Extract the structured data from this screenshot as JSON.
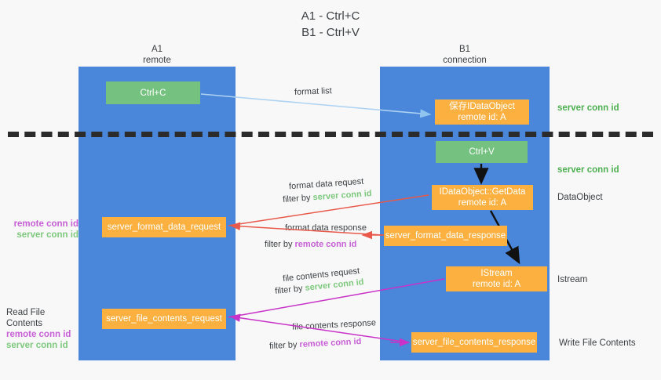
{
  "title": "A1 - Ctrl+C\nB1 - Ctrl+V",
  "columns": {
    "a1": {
      "header": "A1\nremote"
    },
    "b1": {
      "header": "B1\nconnection"
    }
  },
  "nodes": [
    {
      "id": "ctrl-c",
      "label": "Ctrl+C",
      "color": "#75c17f"
    },
    {
      "id": "save-idataobject",
      "label": "保存IDataObject\nremote id: A",
      "color": "#fbb040"
    },
    {
      "id": "ctrl-v",
      "label": "Ctrl+V",
      "color": "#75c17f"
    },
    {
      "id": "idataobject-getdata",
      "label": "IDataObject::GetData\nremote id: A",
      "color": "#fbb040"
    },
    {
      "id": "server-format-data-request",
      "label": "server_format_data_request",
      "color": "#fbb040"
    },
    {
      "id": "server-format-data-response",
      "label": "server_format_data_response",
      "color": "#fbb040"
    },
    {
      "id": "istream",
      "label": "IStream\nremote id: A",
      "color": "#fbb040"
    },
    {
      "id": "server-file-contents-request",
      "label": "server_file_contents_request",
      "color": "#fbb040"
    },
    {
      "id": "server-file-contents-response",
      "label": "server_file_contents_response",
      "color": "#fbb040"
    }
  ],
  "edges": [
    {
      "id": "format-list",
      "line1": "format list",
      "filter_prefix": "",
      "filter_value": "",
      "color": "#aed3f2"
    },
    {
      "id": "format-data-request",
      "line1": "format data request",
      "filter_prefix": "filter by",
      "filter_value": "server conn id",
      "color": "#e8594a"
    },
    {
      "id": "format-data-response",
      "line1": "format data response",
      "filter_prefix": "filter by",
      "filter_value": "remote conn id",
      "color": "#e8594a"
    },
    {
      "id": "file-contents-request",
      "line1": "file contents request",
      "filter_prefix": "filter by",
      "filter_value": "server conn id",
      "color": "#c832c8"
    },
    {
      "id": "file-contents-response",
      "line1": "file contents response",
      "filter_prefix": "filter by",
      "filter_value": "remote conn id",
      "color": "#c832c8"
    }
  ],
  "annotations": {
    "right": [
      {
        "id": "server-conn-id-top",
        "text": "server conn id",
        "color": "#4caf50"
      },
      {
        "id": "server-conn-id-second",
        "text": "server conn id",
        "color": "#4caf50"
      },
      {
        "id": "dataobject",
        "text": "DataObject",
        "color": "#3c4043"
      },
      {
        "id": "istream-label",
        "text": "Istream",
        "color": "#3c4043"
      },
      {
        "id": "write-file-contents",
        "text": "Write File Contents",
        "color": "#3c4043"
      }
    ],
    "left": [
      {
        "id": "left-conn-ids-top",
        "remote": "remote conn id",
        "server": "server conn id"
      },
      {
        "id": "read-file-contents",
        "heading": "Read File Contents",
        "remote": "remote conn id",
        "server": "server conn id"
      }
    ]
  },
  "colors": {
    "lane": "#4a86d9",
    "green_node": "#75c17f",
    "orange_node": "#fbb040",
    "dash": "#2b2b2b",
    "background": "#f8f8f8",
    "green_text": "#4caf50",
    "purple_text": "#c85fd8",
    "red_arrow": "#e8594a",
    "magenta_arrow": "#c832c8",
    "light_blue_arrow": "#aed3f2",
    "black_arrow": "#111111"
  }
}
